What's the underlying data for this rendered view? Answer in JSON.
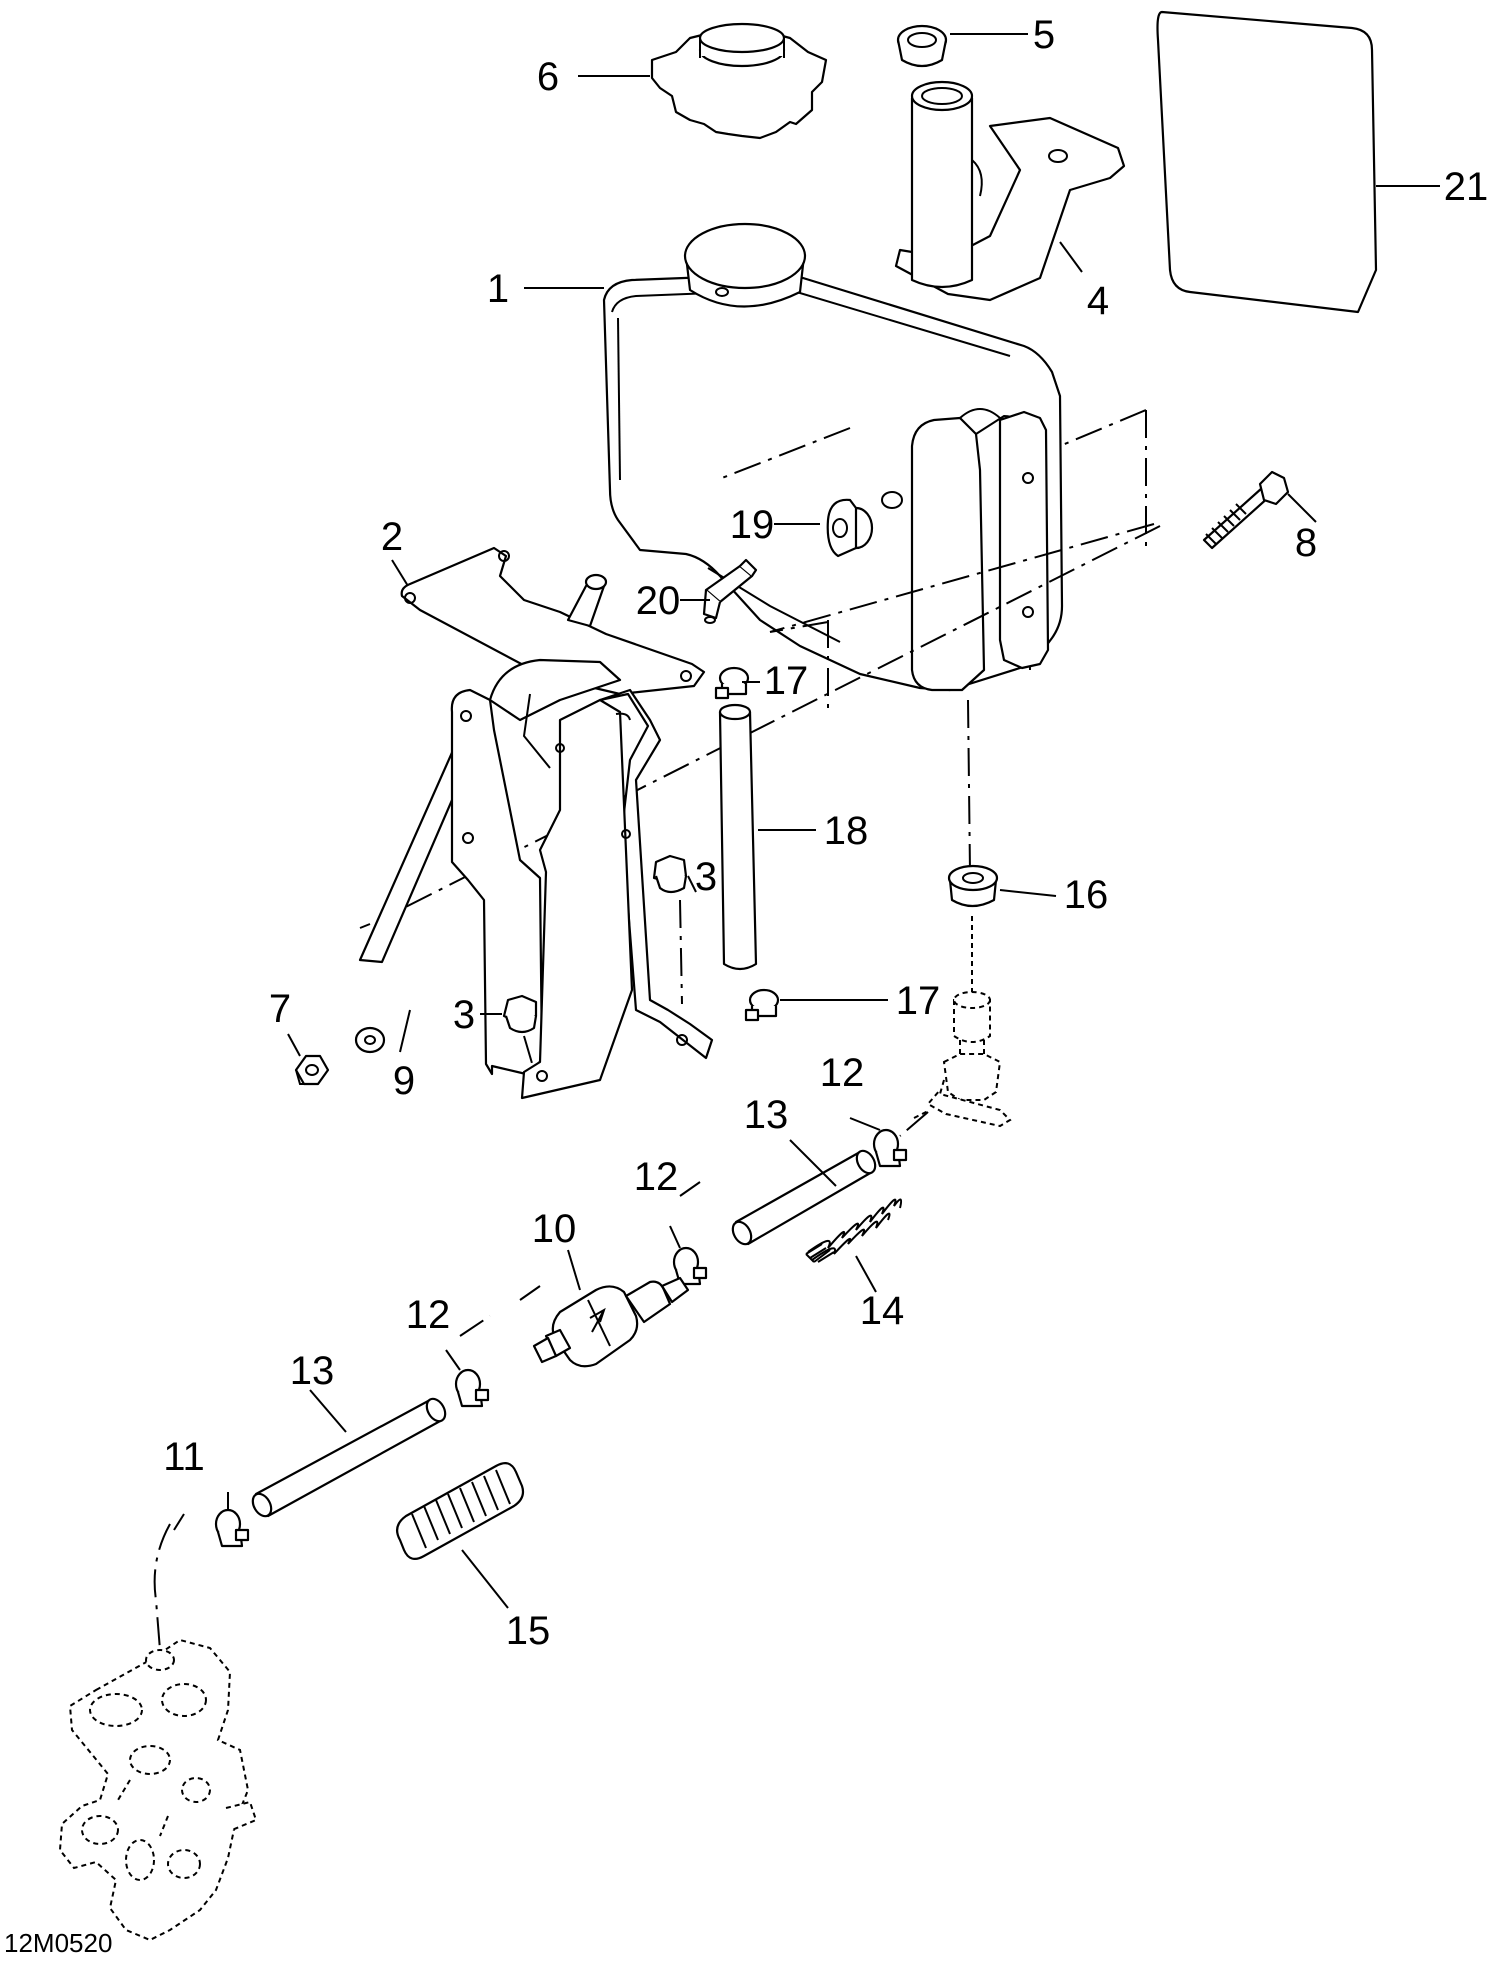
{
  "callouts": {
    "c1": "1",
    "c2": "2",
    "c3a": "3",
    "c3b": "3",
    "c4": "4",
    "c5": "5",
    "c6": "6",
    "c7": "7",
    "c8": "8",
    "c9": "9",
    "c10": "10",
    "c11": "11",
    "c12a": "12",
    "c12b": "12",
    "c12c": "12",
    "c13a": "13",
    "c13b": "13",
    "c14": "14",
    "c15": "15",
    "c16": "16",
    "c17a": "17",
    "c17b": "17",
    "c18": "18",
    "c19": "19",
    "c20": "20",
    "c21": "21"
  },
  "figure_code": "12M0520",
  "colors": {
    "ink": "#000000",
    "paper": "#ffffff"
  }
}
